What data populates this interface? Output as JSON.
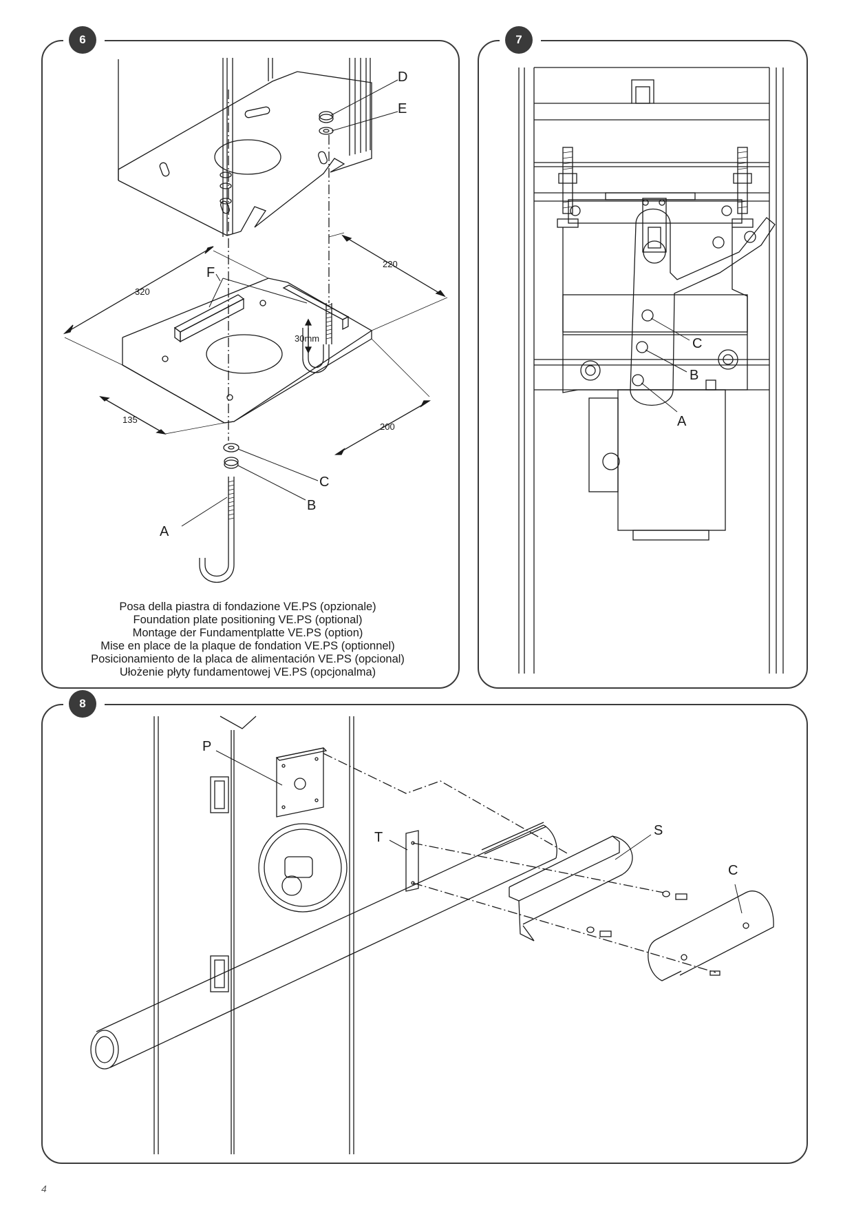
{
  "panel6": {
    "number": "6",
    "labels": {
      "A": "A",
      "B": "B",
      "C": "C",
      "D": "D",
      "E": "E",
      "F": "F"
    },
    "dimensions": {
      "d320": "320",
      "d220": "220",
      "d135": "135",
      "d200": "200",
      "d30": "30mm"
    },
    "caption": [
      "Posa della piastra di fondazione VE.PS (opzionale)",
      "Foundation plate positioning VE.PS (optional)",
      "Montage der Fundamentplatte VE.PS (option)",
      "Mise en place de la plaque de fondation VE.PS (optionnel)",
      "Posicionamiento de la placa de alimentación VE.PS (opcional)",
      "Ułożenie płyty fundamentowej VE.PS (opcjonalma)"
    ]
  },
  "panel7": {
    "number": "7",
    "labels": {
      "A": "A",
      "B": "B",
      "C": "C"
    }
  },
  "panel8": {
    "number": "8",
    "labels": {
      "P": "P",
      "T": "T",
      "S": "S",
      "C": "C"
    }
  },
  "page_number": "4"
}
